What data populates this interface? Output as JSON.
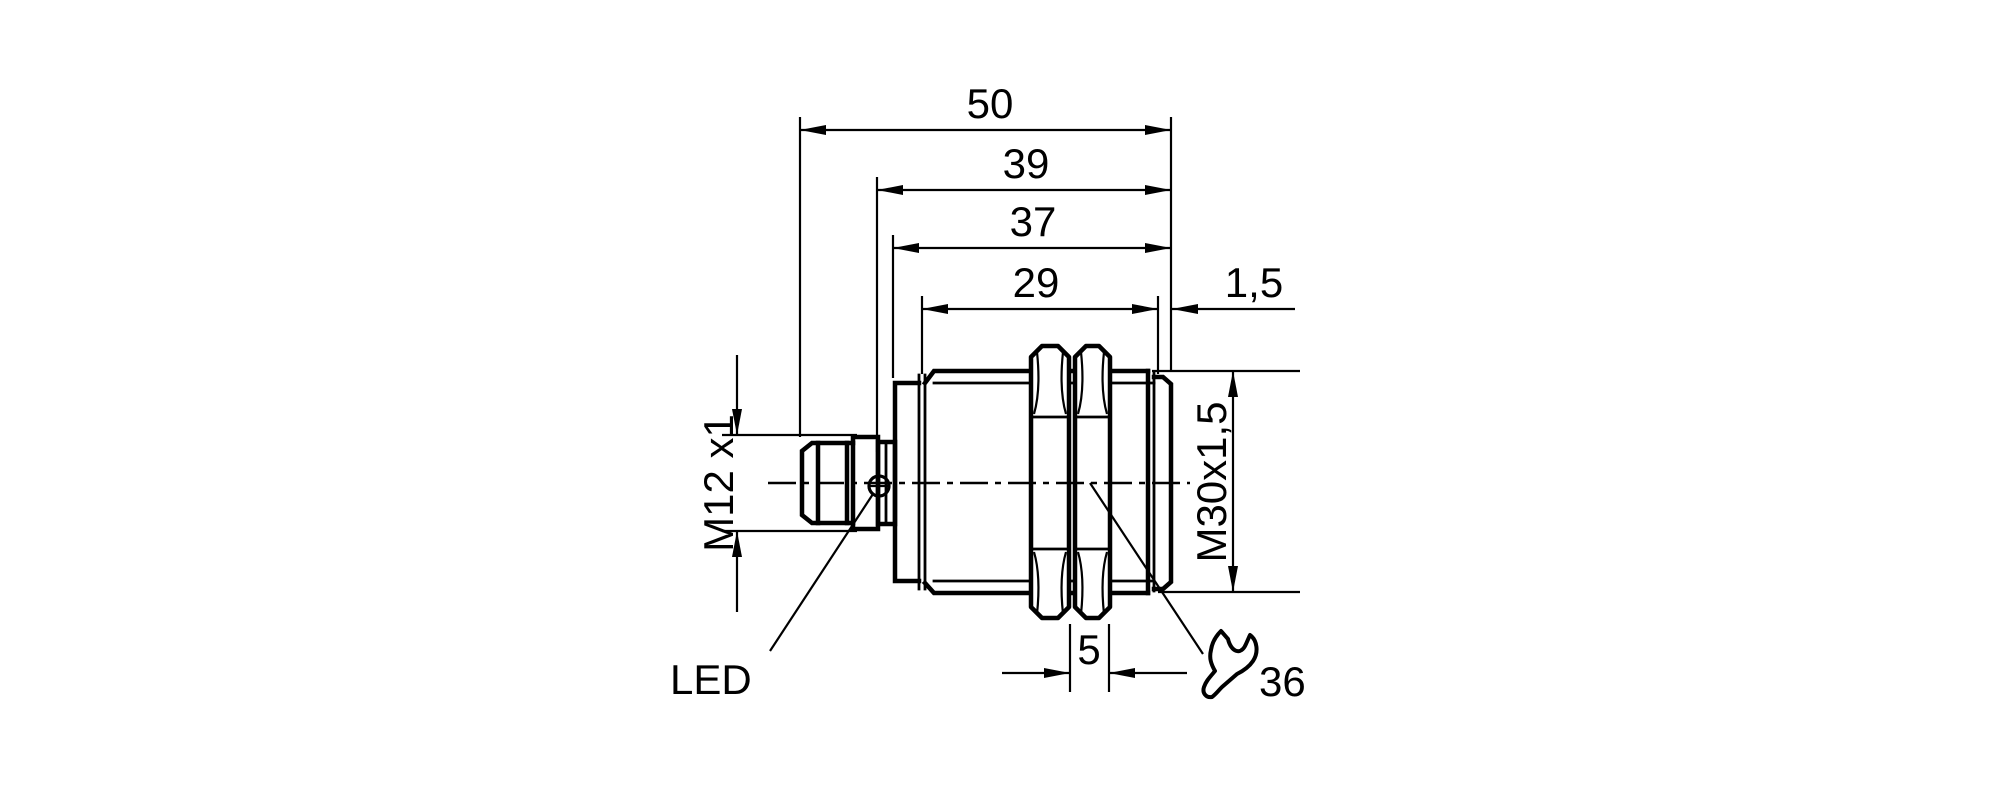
{
  "drawing": {
    "dim_overall_length": "50",
    "dim_housing_length": "39",
    "dim_thread_length": "37",
    "dim_front_length": "29",
    "dim_face_edge": "1,5",
    "dim_nut_width": "5",
    "connector_thread_label": "M12 x1",
    "housing_thread_label": "M30x1,5",
    "led_label": "LED",
    "wrench_size_label": "36"
  },
  "icons": {
    "wrench": "open-end-wrench",
    "led": "led-indicator-circle"
  },
  "colors": {
    "line": "#000000",
    "background": "#ffffff"
  }
}
